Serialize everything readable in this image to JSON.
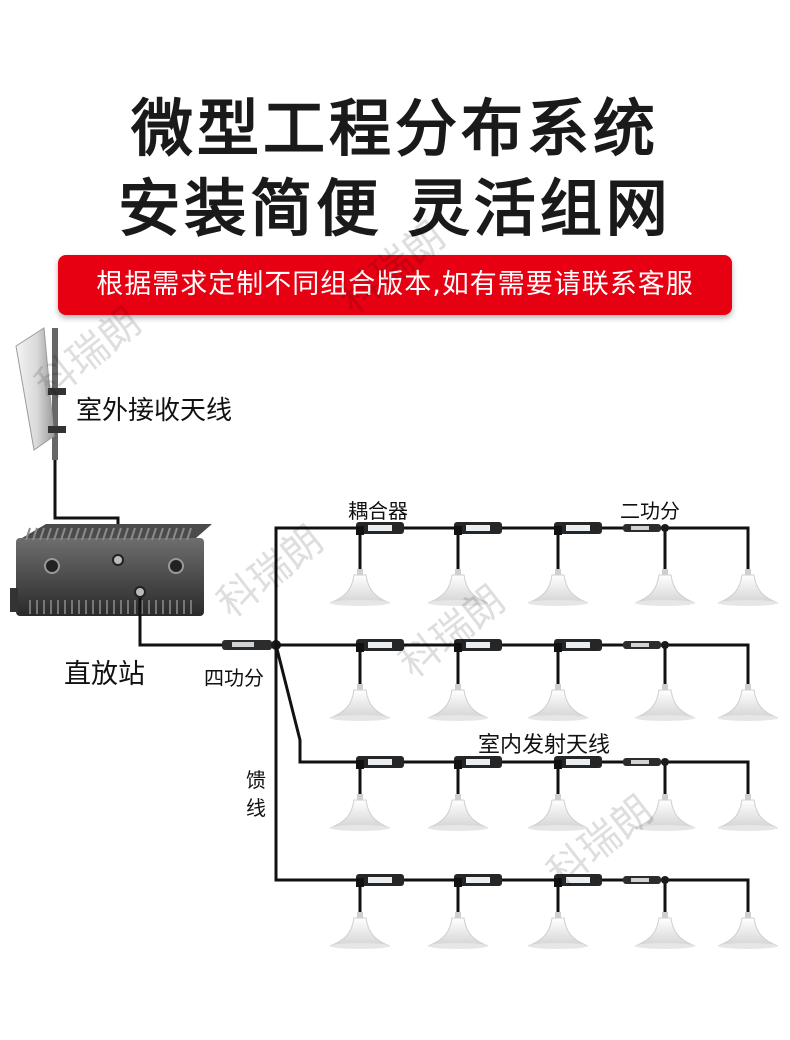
{
  "headline": {
    "line1": "微型工程分布系统",
    "line2": "安装简便 灵活组网"
  },
  "banner": {
    "text": "根据需求定制不同组合版本,如有需要请联系客服",
    "color": "#e60012"
  },
  "labels": {
    "outdoor_antenna": "室外接收天线",
    "repeater": "直放站",
    "four_way_splitter": "四功分",
    "coupler": "耦合器",
    "two_way_splitter": "二功分",
    "indoor_antenna": "室内发射天线",
    "feeder": "馈线"
  },
  "watermark": "科瑞朗"
}
